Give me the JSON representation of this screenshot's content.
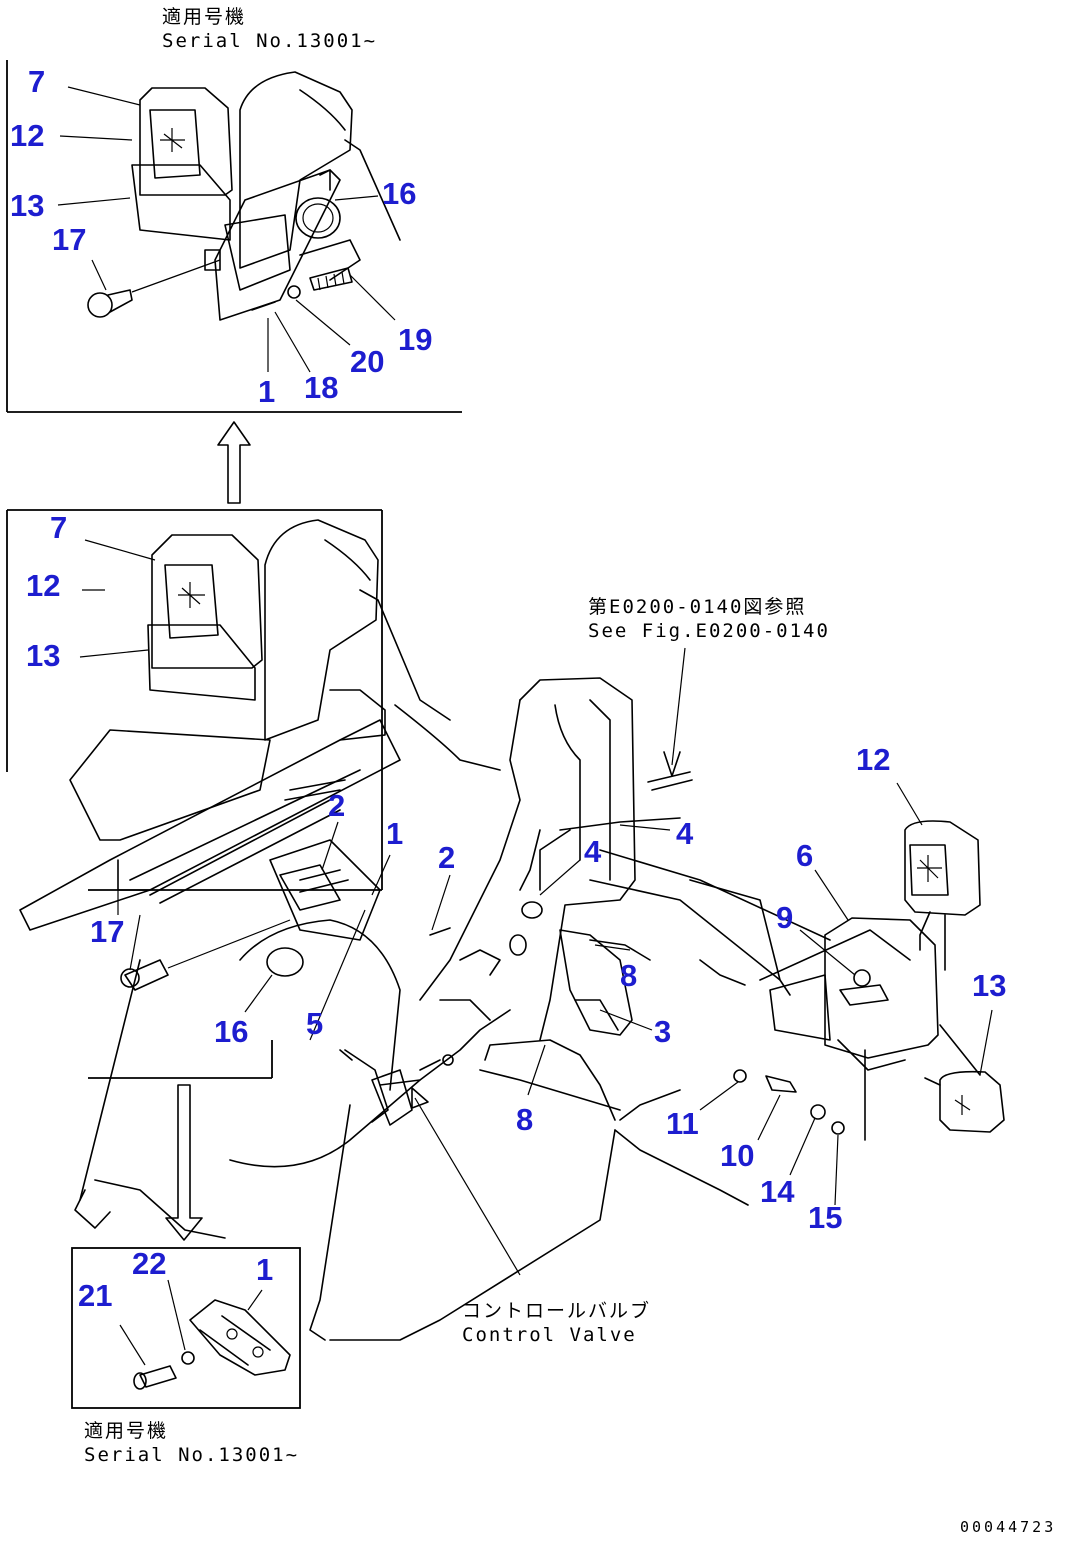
{
  "notes": {
    "top": {
      "line1": "適用号機",
      "line2": "Serial No.13001~"
    },
    "bottom": {
      "line1": "適用号機",
      "line2": "Serial No.13001~"
    },
    "see_fig": {
      "line1": "第E0200-0140図参照",
      "line2": "See Fig.E0200-0140"
    },
    "control_valve": {
      "line1": "コントロールバルブ",
      "line2": "Control Valve"
    }
  },
  "drawing_code": "00044723",
  "label_color": "#1d1dcf",
  "callouts": {
    "top_7": "7",
    "top_12": "12",
    "top_13": "13",
    "top_17": "17",
    "top_16": "16",
    "top_19": "19",
    "top_20": "20",
    "top_18": "18",
    "top_1": "1",
    "main_7": "7",
    "main_12": "12",
    "main_13": "13",
    "main_2a": "2",
    "main_1": "1",
    "main_2b": "2",
    "main_17": "17",
    "main_16": "16",
    "main_5": "5",
    "main_4a": "4",
    "main_4b": "4",
    "main_8a": "8",
    "main_3": "3",
    "main_8b": "8",
    "main_6": "6",
    "main_9": "9",
    "main_12r": "12",
    "main_13r": "13",
    "main_11": "11",
    "main_10": "10",
    "main_14": "14",
    "main_15": "15",
    "inset_22": "22",
    "inset_1": "1",
    "inset_21": "21"
  }
}
